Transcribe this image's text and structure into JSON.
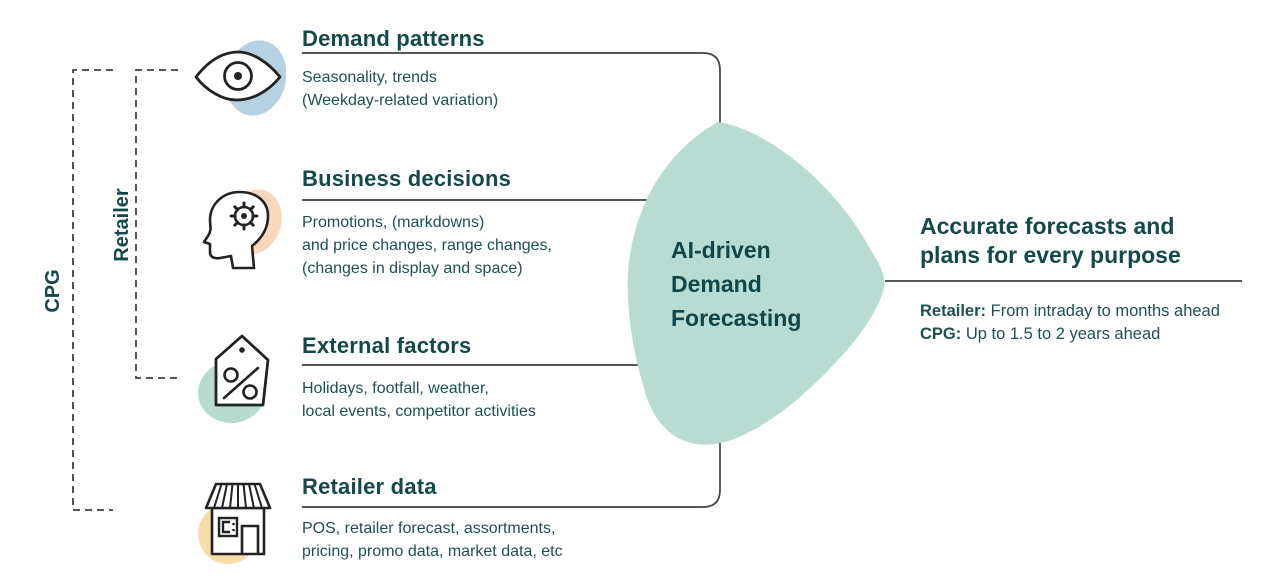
{
  "groups": {
    "cpg_label": "CPG",
    "retailer_label": "Retailer"
  },
  "inputs": [
    {
      "icon": "eye-icon",
      "heading": "Demand patterns",
      "lines": [
        "Seasonality, trends",
        "(Weekday-related variation)"
      ]
    },
    {
      "icon": "head-gear-icon",
      "heading": "Business decisions",
      "lines": [
        "Promotions, (markdowns)",
        "and price changes, range changes,",
        "(changes in display and space)"
      ]
    },
    {
      "icon": "percent-tag-icon",
      "heading": "External factors",
      "lines": [
        "Holidays, footfall, weather,",
        "local events, competitor activities"
      ]
    },
    {
      "icon": "store-icon",
      "heading": "Retailer data",
      "lines": [
        "POS, retailer forecast, assortments,",
        "pricing, promo data, market data, etc"
      ]
    }
  ],
  "center": {
    "title_lines": [
      "AI-driven",
      "Demand",
      "Forecasting"
    ]
  },
  "output": {
    "heading_lines": [
      "Accurate forecasts and",
      "plans for every purpose"
    ],
    "items": [
      {
        "label": "Retailer:",
        "text": " From intraday to months ahead"
      },
      {
        "label": "CPG:",
        "text": " Up to 1.5 to 2 years ahead"
      }
    ]
  },
  "colors": {
    "heading_teal": "#14494c",
    "body_teal": "#1e5053",
    "center_blob": "#b9dcd2",
    "eye_blob_blue": "#b5d2e2",
    "head_blob_peach": "#f8d8bd",
    "tag_blob_green": "#b7dbce",
    "store_blob_tan": "#f6dcab",
    "line_gray": "#3f4040"
  }
}
